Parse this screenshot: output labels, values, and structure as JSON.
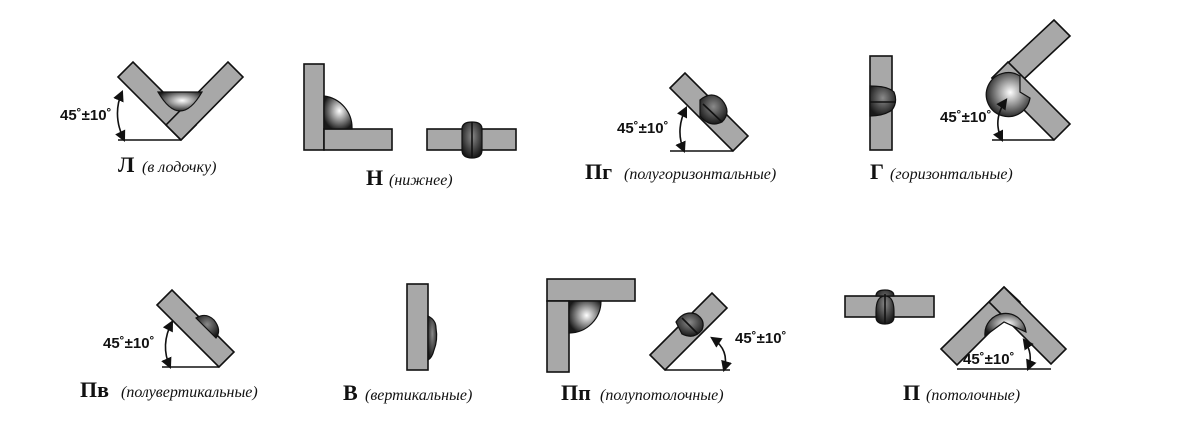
{
  "positions": [
    {
      "id": "L",
      "code": "Л",
      "desc": "(в лодочку)",
      "angle": "45˚±10˚"
    },
    {
      "id": "N",
      "code": "Н",
      "desc": "(нижнее)"
    },
    {
      "id": "Pg",
      "code": "Пг",
      "desc": "(полугоризонтальные)",
      "angle": "45˚±10˚"
    },
    {
      "id": "G",
      "code": "Г",
      "desc": "(горизонтальные)",
      "angle": "45˚±10˚"
    },
    {
      "id": "Pv",
      "code": "Пв",
      "desc": "(полувертикальные)",
      "angle": "45˚±10˚"
    },
    {
      "id": "V",
      "code": "В",
      "desc": "(вертикальные)"
    },
    {
      "id": "Pp",
      "code": "Пп",
      "desc": "(полупотолочные)",
      "angle": "45˚±10˚"
    },
    {
      "id": "P",
      "code": "П",
      "desc": "(потолочные)",
      "angle": "45˚±10˚"
    }
  ]
}
